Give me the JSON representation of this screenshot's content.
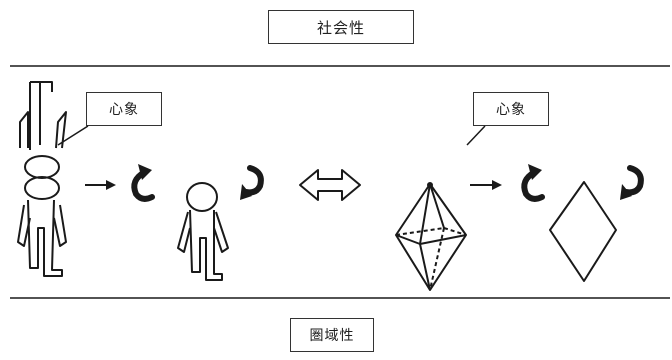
{
  "labels": {
    "top": "社会性",
    "bottom": "圏域性",
    "callout_left": "心象",
    "callout_right": "心象"
  },
  "icons": {
    "human_stacked": "stacked-human-figure-icon",
    "human_single": "human-figure-icon",
    "octahedron": "octahedron-icon",
    "diamond": "diamond-icon",
    "rotate_ccw": "rotate-counterclockwise-icon",
    "rotate_cw": "rotate-clockwise-icon",
    "arrow_right": "arrow-right-icon",
    "double_arrow": "double-arrow-icon"
  },
  "colors": {
    "line": "#1a1a1a",
    "background": "#ffffff"
  }
}
